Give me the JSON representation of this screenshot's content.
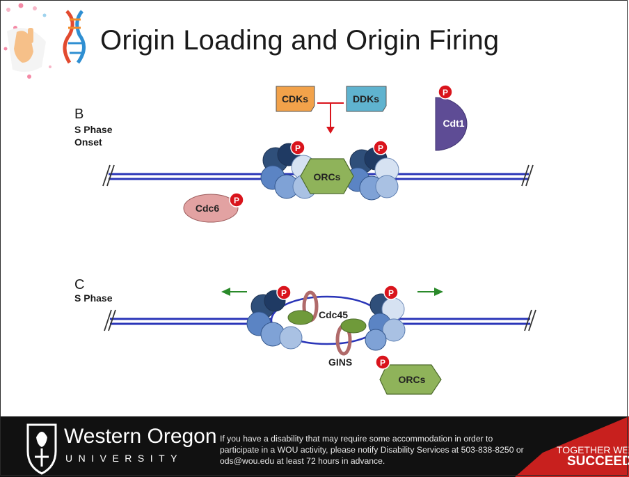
{
  "slide": {
    "title": "Origin Loading and Origin Firing"
  },
  "panel_b": {
    "letter": "B",
    "stage_line1": "S Phase",
    "stage_line2": "Onset",
    "cdks": "CDKs",
    "ddks": "DDKs",
    "cdt1": "Cdt1",
    "orcs": "ORCs",
    "cdc6": "Cdc6",
    "phospho": "P"
  },
  "panel_c": {
    "letter": "C",
    "stage": "S Phase",
    "cdc45": "Cdc45",
    "gins": "GINS",
    "orcs": "ORCs",
    "phospho": "P"
  },
  "footer": {
    "university_name": "Western Oregon",
    "university_sub": "UNIVERSITY",
    "notice": "If you have a disability that may require some accommodation in order to participate in a WOU activity, please notify Disability Services at 503-838-8250 or ods@wou.edu at least 72 hours in advance.",
    "slogan_line1": "TOGETHER WE",
    "slogan_line2": "SUCCEED"
  },
  "colors": {
    "dna": "#2a35b8",
    "mcm_dark": "#2f4f7a",
    "mcm_mid": "#5b84c4",
    "mcm_light": "#a9c1e3",
    "orc_green": "#8fb35a",
    "cdks_orange": "#f2a24a",
    "ddks_teal": "#5fb3cf",
    "cdt1_purple": "#5e4c95",
    "cdc6_pink": "#e2a2a2",
    "phospho_red": "#d9141c",
    "arrow_green": "#2a8a2a",
    "footer_bg": "#111111",
    "slogan_red": "#c8201e"
  }
}
